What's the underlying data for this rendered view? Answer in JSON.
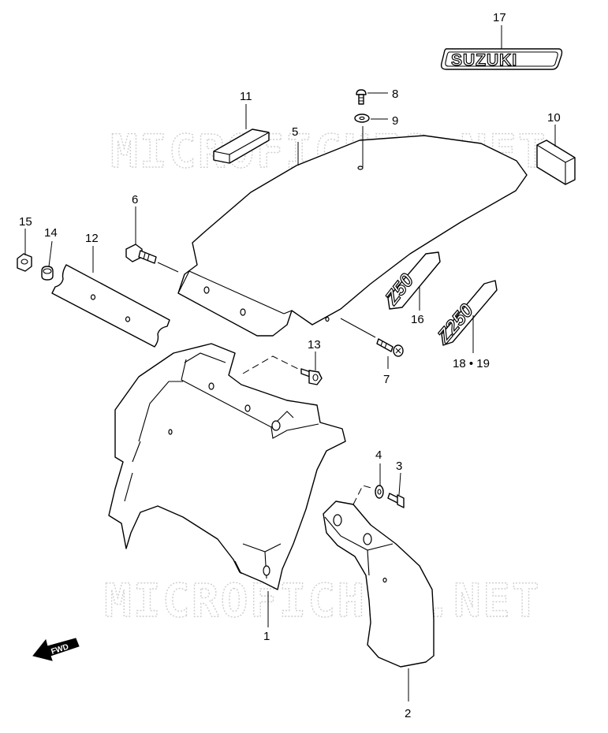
{
  "watermark": "MICROFICHES.NET",
  "logo_text": "SUZUKI",
  "model_badge_1": "Z50",
  "model_badge_2": "Z250",
  "fwd_label": "FWD",
  "callouts": {
    "c1": "1",
    "c2": "2",
    "c3": "3",
    "c4": "4",
    "c5": "5",
    "c6": "6",
    "c7": "7",
    "c8": "8",
    "c9": "9",
    "c10": "10",
    "c11": "11",
    "c12": "12",
    "c13": "13",
    "c14": "14",
    "c15": "15",
    "c16": "16",
    "c17": "17",
    "c1819": "18 • 19"
  }
}
